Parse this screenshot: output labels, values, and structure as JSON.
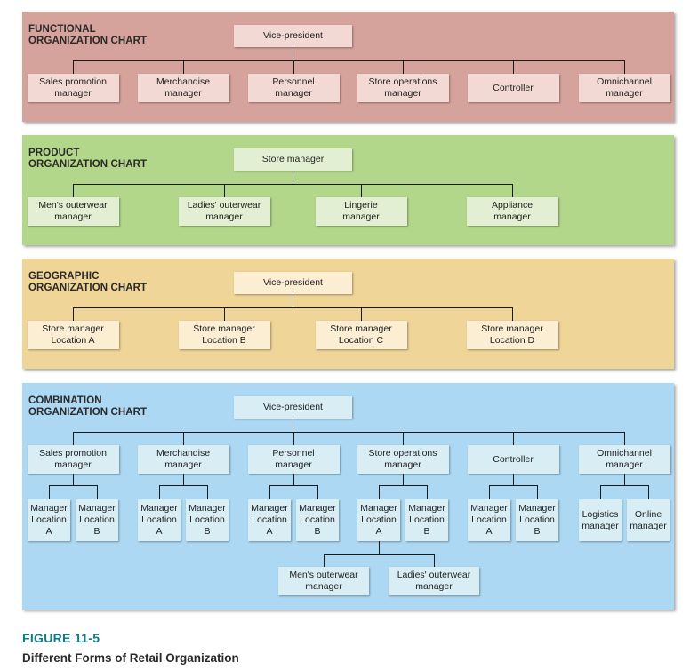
{
  "colors": {
    "functional_bg": "#d6a39c",
    "functional_box": "#f2d9d4",
    "product_bg": "#b2d78a",
    "product_box": "#e2efd2",
    "geographic_bg": "#efd597",
    "geographic_box": "#fbeed2",
    "combination_bg": "#acd8f3",
    "combination_box": "#d8eef4",
    "figure_number": "#0e7c86"
  },
  "functional": {
    "title_line1": "FUNCTIONAL",
    "title_line2": "ORGANIZATION CHART",
    "top": "Vice-president",
    "children": [
      {
        "line1": "Sales promotion",
        "line2": "manager"
      },
      {
        "line1": "Merchandise",
        "line2": "manager"
      },
      {
        "line1": "Personnel",
        "line2": "manager"
      },
      {
        "line1": "Store operations",
        "line2": "manager"
      },
      {
        "line1": "Controller",
        "line2": ""
      },
      {
        "line1": "Omnichannel",
        "line2": "manager"
      }
    ]
  },
  "product": {
    "title_line1": "PRODUCT",
    "title_line2": "ORGANIZATION CHART",
    "top": "Store manager",
    "children": [
      {
        "line1": "Men's outerwear",
        "line2": "manager"
      },
      {
        "line1": "Ladies' outerwear",
        "line2": "manager"
      },
      {
        "line1": "Lingerie",
        "line2": "manager"
      },
      {
        "line1": "Appliance",
        "line2": "manager"
      }
    ]
  },
  "geographic": {
    "title_line1": "GEOGRAPHIC",
    "title_line2": "ORGANIZATION CHART",
    "top": "Vice-president",
    "children": [
      {
        "line1": "Store manager",
        "line2": "Location A"
      },
      {
        "line1": "Store manager",
        "line2": "Location B"
      },
      {
        "line1": "Store manager",
        "line2": "Location C"
      },
      {
        "line1": "Store manager",
        "line2": "Location D"
      }
    ]
  },
  "combination": {
    "title_line1": "COMBINATION",
    "title_line2": "ORGANIZATION CHART",
    "top": "Vice-president",
    "children": [
      {
        "line1": "Sales promotion",
        "line2": "manager",
        "subs": [
          {
            "l1": "Manager",
            "l2": "Location",
            "l3": "A"
          },
          {
            "l1": "Manager",
            "l2": "Location",
            "l3": "B"
          }
        ]
      },
      {
        "line1": "Merchandise",
        "line2": "manager",
        "subs": [
          {
            "l1": "Manager",
            "l2": "Location",
            "l3": "A"
          },
          {
            "l1": "Manager",
            "l2": "Location",
            "l3": "B"
          }
        ]
      },
      {
        "line1": "Personnel",
        "line2": "manager",
        "subs": [
          {
            "l1": "Manager",
            "l2": "Location",
            "l3": "A"
          },
          {
            "l1": "Manager",
            "l2": "Location",
            "l3": "B"
          }
        ]
      },
      {
        "line1": "Store operations",
        "line2": "manager",
        "subs": [
          {
            "l1": "Manager",
            "l2": "Location",
            "l3": "A"
          },
          {
            "l1": "Manager",
            "l2": "Location",
            "l3": "B"
          }
        ]
      },
      {
        "line1": "Controller",
        "line2": "",
        "subs": [
          {
            "l1": "Manager",
            "l2": "Location",
            "l3": "A"
          },
          {
            "l1": "Manager",
            "l2": "Location",
            "l3": "B"
          }
        ]
      },
      {
        "line1": "Omnichannel",
        "line2": "manager",
        "subs": [
          {
            "l1": "Logistics",
            "l2": "manager",
            "l3": ""
          },
          {
            "l1": "Online",
            "l2": "manager",
            "l3": ""
          }
        ]
      }
    ],
    "store_ops_location_a_children": [
      {
        "line1": "Men's outerwear",
        "line2": "manager"
      },
      {
        "line1": "Ladies' outerwear",
        "line2": "manager"
      }
    ]
  },
  "figure": {
    "number": "FIGURE 11-5",
    "caption": "Different Forms of Retail Organization"
  }
}
